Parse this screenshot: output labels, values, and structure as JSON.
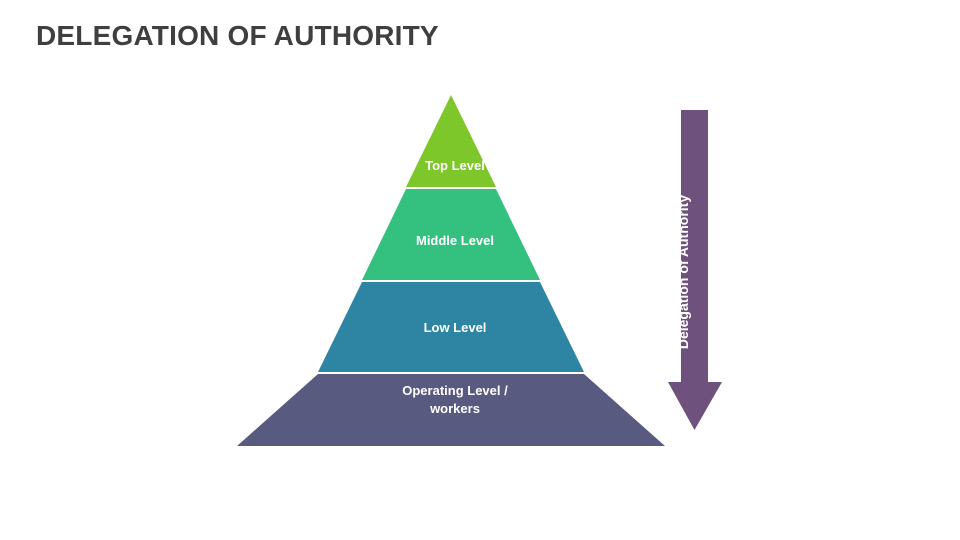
{
  "slide": {
    "title": "DELEGATION OF AUTHORITY",
    "background_color": "#ffffff",
    "title_color": "#3f3f3f"
  },
  "chart_data": {
    "type": "pyramid",
    "title": "DELEGATION OF AUTHORITY",
    "levels": [
      {
        "label": "Top Level",
        "color": "#7ec72b",
        "order": 1
      },
      {
        "label": "Middle Level",
        "color": "#34c180",
        "order": 2
      },
      {
        "label": "Low Level",
        "color": "#2e85a3",
        "order": 3
      },
      {
        "label": "Operating Level /\nworkers",
        "label_line_1": "Operating Level /",
        "label_line_2": "workers",
        "color": "#585a80",
        "order": 4
      }
    ],
    "annotation": {
      "text": "Delegation of Authority",
      "direction": "downward",
      "color": "#6e517d"
    },
    "legend": "none",
    "grid": false
  },
  "pyramid": {
    "levels": [
      {
        "label": "Top Level",
        "color": "#7ec72b"
      },
      {
        "label": "Middle Level",
        "color": "#34c180"
      },
      {
        "label": "Low Level",
        "color": "#2e85a3"
      },
      {
        "label_line_1": "Operating Level /",
        "label_line_2": "workers",
        "color": "#585a80"
      }
    ]
  },
  "arrow": {
    "label": "Delegation of Authority",
    "color": "#6e517d",
    "icon": "arrow-down-icon"
  }
}
